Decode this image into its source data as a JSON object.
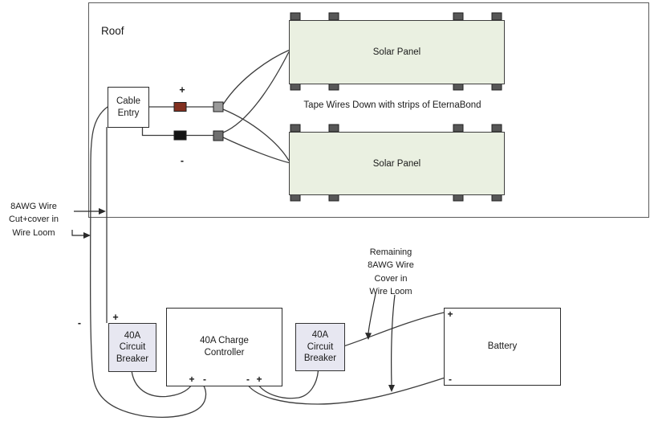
{
  "roof": {
    "label": "Roof"
  },
  "cable_entry": {
    "lines": [
      "Cable",
      "Entry"
    ]
  },
  "panels": {
    "panel1_label": "Solar Panel",
    "panel2_label": "Solar Panel"
  },
  "tape_note": "Tape Wires Down with strips of EternaBond",
  "roof_wiring": {
    "plus": "+",
    "minus": "-"
  },
  "left_note": {
    "lines": [
      "8AWG Wire",
      "Cut+cover in",
      "Wire Loom"
    ]
  },
  "remaining_note": {
    "lines": [
      "Remaining",
      "8AWG Wire",
      "Cover in",
      "Wire Loom"
    ]
  },
  "pv_minus_label": "-",
  "breaker1": {
    "plus": "+",
    "lines": [
      "40A",
      "Circuit",
      "Breaker"
    ]
  },
  "breaker2": {
    "lines": [
      "40A",
      "Circuit",
      "Breaker"
    ]
  },
  "controller": {
    "lines": [
      "40A Charge",
      "Controller"
    ],
    "terminals": {
      "left_plus": "+",
      "left_minus": "-",
      "right_minus": "-",
      "right_plus": "+"
    }
  },
  "battery": {
    "label": "Battery",
    "plus": "+",
    "minus": "-"
  },
  "colors": {
    "panel_fill": "#eaf0e1",
    "breaker_fill": "#e7e7f1",
    "connector_red": "#823020",
    "connector_black": "#141414",
    "connector_gray_light": "#9a9a9a",
    "connector_gray_dark": "#6f6f6f",
    "foot_fill": "#575757",
    "wire": "#3d3d3d"
  }
}
